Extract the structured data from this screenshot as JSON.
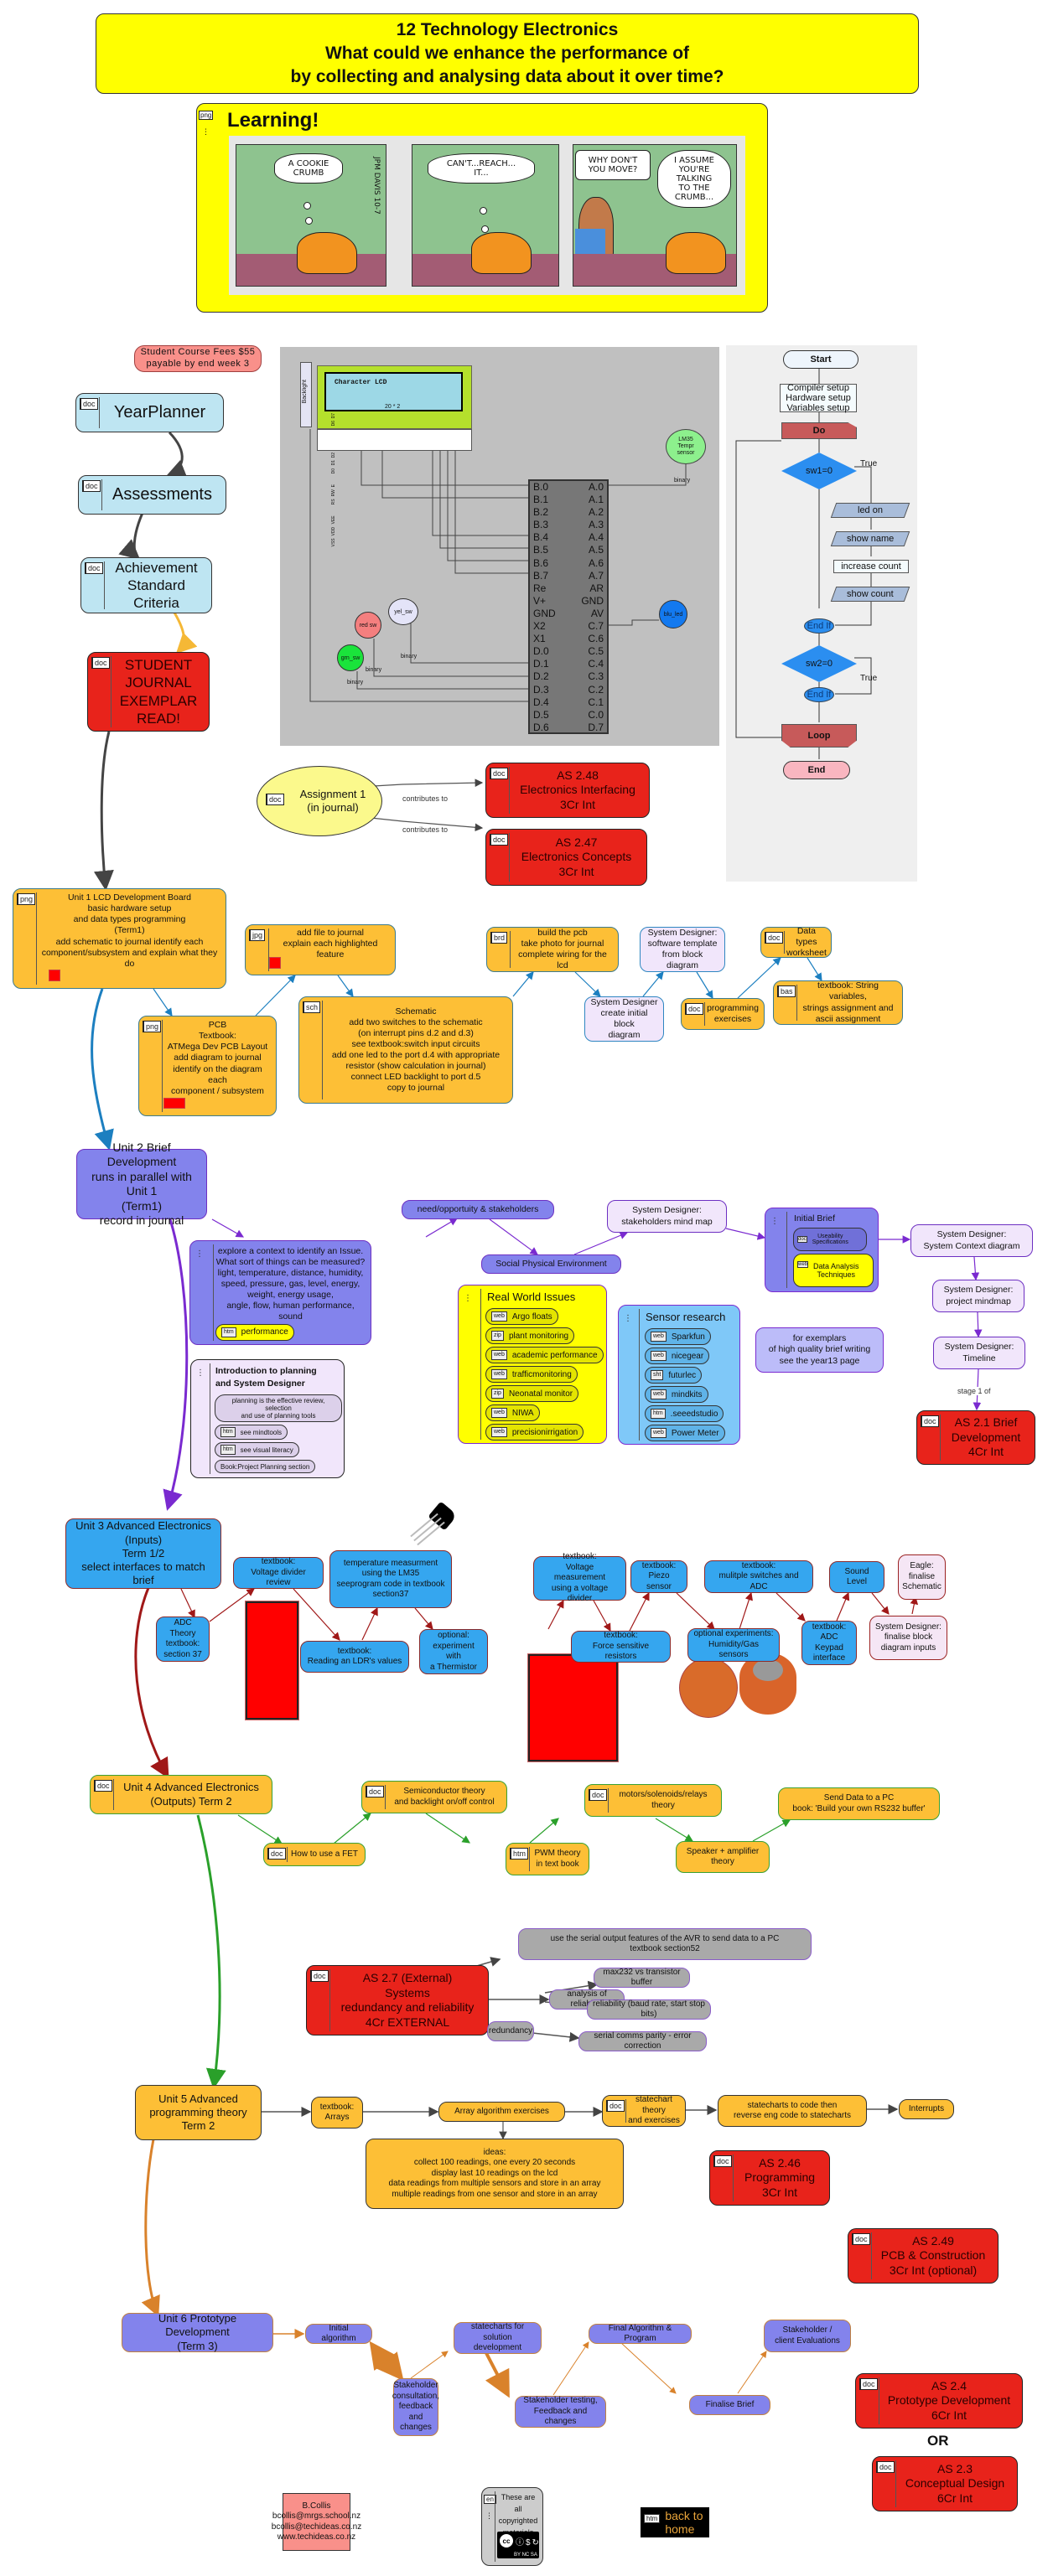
{
  "header": {
    "title_line1": "12 Technology Electronics",
    "title_line2": "What could we enhance the performance of",
    "title_line3": "by collecting and analysing data about it over time?"
  },
  "learning": {
    "tag": "png",
    "title": "Learning!",
    "comic": {
      "panel1_bubble": "A COOKIE\nCRUMB",
      "panel1_signature": "JPM DAVIS 10-7",
      "panel2_bubble": "CAN'T...REACH...\nIT...",
      "panel3_bubble_left": "WHY DON'T\nYOU MOVE?",
      "panel3_bubble_right": "I ASSUME\nYOU'RE\nTALKING\nTO THE\nCRUMB..."
    }
  },
  "fees_note": "Student Course Fees $55\npayable by end week 3",
  "left_column": {
    "year_planner": {
      "tag": "doc",
      "label": "YearPlanner"
    },
    "assessments": {
      "tag": "doc",
      "label": "Assessments"
    },
    "achievement": {
      "tag": "doc",
      "label": "Achievement\nStandard\nCriteria"
    },
    "journal": {
      "tag": "doc",
      "label": "STUDENT\nJOURNAL\nEXEMPLAR\nREAD!"
    }
  },
  "circuit": {
    "backlight": "Backlight",
    "lcd_title": "Character LCD",
    "lcd_size": "20 * 2",
    "lcd_pins": [
      "VSS",
      "VDD",
      "VEE",
      "RS",
      "RW",
      "E",
      "D0",
      "D1",
      "D2",
      "D3",
      "D4",
      "D5",
      "D6",
      "D7"
    ],
    "lcd_pin_numbers": [
      "Gnd 1",
      "V+ 2",
      "6 3",
      "4",
      "G 5",
      "6",
      "11",
      "12",
      "13",
      "14"
    ],
    "micro_left_pins": [
      "B.0",
      "B.1",
      "B.2",
      "B.3",
      "B.4",
      "B.5",
      "B.6",
      "B.7",
      "Re",
      "V+",
      "GND",
      "X2",
      "X1",
      "D.0",
      "D.1",
      "D.2",
      "D.3",
      "D.4",
      "D.5",
      "D.6"
    ],
    "micro_right_pins": [
      "A.0",
      "A.1",
      "A.2",
      "A.3",
      "A.4",
      "A.5",
      "A.6",
      "A.7",
      "AR",
      "GND",
      "AV",
      "C.7",
      "C.6",
      "C.5",
      "C.4",
      "C.3",
      "C.2",
      "C.1",
      "C.0",
      "D.7"
    ],
    "sensor": "LM35\nTempr\nsensor",
    "blue_led": "blu_led",
    "red_switch": "red sw",
    "yellow_switch": "yel_sw",
    "green_switch": "grn_sw",
    "wire_label": "binary"
  },
  "flowchart": {
    "start": "Start",
    "setup": "Compiler setup\nHardware setup\nVariables setup",
    "do": "Do",
    "decision1": "sw1=0",
    "true_label": "True",
    "led_on": "led on",
    "show_name": "show name",
    "increase_count": "increase count",
    "show_count": "show count",
    "end_if": "End If",
    "decision2": "sw2=0",
    "loop": "Loop",
    "end": "End"
  },
  "assignment": {
    "tag": "doc",
    "label": "Assignment 1\n(in journal)",
    "link_label": "contributes to",
    "as248": {
      "tag": "doc",
      "label": "AS 2.48\nElectronics Interfacing\n3Cr Int"
    },
    "as247": {
      "tag": "doc",
      "label": "AS 2.47\nElectronics Concepts\n3Cr Int"
    }
  },
  "unit1": {
    "main": {
      "tag": "png",
      "label": "Unit 1 LCD Development Board\nbasic hardware setup\nand data types programming\n(Term1)\nadd schematic to journal identify each\ncomponent/subsystem and explain what they do"
    },
    "pcb": {
      "tag": "png",
      "label": "PCB\nTextbook:\nATMega Dev PCB Layout\nadd diagram to journal\nidentify on the diagram each\ncomponent / subsystem"
    },
    "add_file": {
      "tag": "jpg",
      "label": "add file  to journal\nexplain each highlighted feature"
    },
    "schematic": {
      "tag": "sch",
      "label": "Schematic\nadd two switches to the schematic\n(on interrupt pins d.2 and d.3)\nsee textbook:switch input circuits\nadd one led to the port d.4 with appropriate\nresistor (show calculation in journal)\nconnect LED backlight to port d.5\ncopy to journal"
    },
    "build_pcb": {
      "tag": "brd",
      "label": "build the pcb\ntake photo for journal\ncomplete wiring for the lcd"
    },
    "sd_block": {
      "label": "System Designer\ncreate initial block\ndiagram"
    },
    "sd_template": {
      "label": "System Designer:\nsoftware template\nfrom block diagram"
    },
    "prog_ex": {
      "tag": "doc",
      "label": "programming\nexercises"
    },
    "data_types": {
      "tag": "doc",
      "label": "Data types\nworksheet"
    },
    "strings": {
      "tag": "bas",
      "label": "textbook: String variables,\nstrings assignment and\nascii assignment"
    }
  },
  "unit2": {
    "main": {
      "label": "Unit 2 Brief Development\nruns in parallel with Unit 1\n(Term1)\nrecord in journal"
    },
    "explore": {
      "label": "explore a context to identify an Issue.\nWhat sort of things can be measured?\nlight, temperature, distance, humidity,\nspeed, pressure, gas, level, energy,\nweight, energy usage,\nangle, flow, human performance, sound",
      "link": {
        "tag": "htm",
        "label": "performance"
      }
    },
    "need": "need/opportuity & stakeholders",
    "social": "Social Physical Environment",
    "sd_stakeholders": "System Designer:\nstakeholders mind map",
    "planning": {
      "title": "Introduction to planning\nand System Designer",
      "items": [
        {
          "tag": "",
          "label": "planning is the effective review, selection\nand use of planning tools"
        },
        {
          "tag": "htm",
          "label": "see mindtools"
        },
        {
          "tag": "htm",
          "label": "see visual literacy"
        },
        {
          "tag": "",
          "label": "Book:Project Planning section"
        }
      ]
    },
    "real_world": {
      "title": "Real World Issues",
      "items": [
        {
          "tag": "web",
          "label": "Argo floats"
        },
        {
          "tag": "zip",
          "label": "plant monitoring"
        },
        {
          "tag": "web",
          "label": "academic performance"
        },
        {
          "tag": "web",
          "label": "trafficmonitoring"
        },
        {
          "tag": "zip",
          "label": "Neonatal monitor"
        },
        {
          "tag": "web",
          "label": "NIWA"
        },
        {
          "tag": "web",
          "label": "precisionirrigation"
        }
      ]
    },
    "sensor_research": {
      "title": "Sensor research",
      "items": [
        {
          "tag": "web",
          "label": "Sparkfun"
        },
        {
          "tag": "web",
          "label": "nicegear"
        },
        {
          "tag": "sht",
          "label": "futurlec"
        },
        {
          "tag": "web",
          "label": "mindkits"
        },
        {
          "tag": "htm",
          "label": ".seeedstudio"
        },
        {
          "tag": "web",
          "label": "Power Meter"
        }
      ]
    },
    "initial_brief": {
      "title": "Initial Brief",
      "usability": {
        "tag": "doc",
        "label": "Useability\nSpecifications"
      },
      "data_analysis": {
        "tag": "web",
        "label": "Data Analysis\nTechniques"
      }
    },
    "exemplars": "for exemplars\nof high quality brief writing\nsee the year13 page",
    "sd_context": "System Designer:\nSystem Context diagram",
    "sd_mindmap": "System Designer:\nproject mindmap",
    "sd_timeline": "System Designer:\nTimeline",
    "stage_label": "stage 1 of",
    "as21": {
      "tag": "doc",
      "label": "AS 2.1 Brief\nDevelopment\n4Cr Int"
    }
  },
  "unit3": {
    "main": "Unit 3 Advanced Electronics\n(Inputs)\nTerm 1/2\nselect interfaces to match brief",
    "adc_theory": "ADC Theory\ntextbook:\nsection 37",
    "voltage_divider": "textbook:\nVoltage divider review",
    "ldr": "textbook:\nReading an LDR's values",
    "lm35": "temperature measurment\nusing the LM35\nseeprogram code in textbook\nsection37",
    "thermistor": "optional:\nexperiment with\na Thermistor",
    "voltage_measure": "textbook:\nVoltage measurement\nusing a voltage divider",
    "fsr": "textbook:\nForce sensitive resistors",
    "piezo": "textbook:\nPiezo sensor",
    "humidity": "optional experiments:\nHumidity/Gas sensors",
    "multi_switch": "textbook:\nmulitple switches and ADC",
    "keypad": "textbook:\nADC Keypad\ninterface",
    "sound": "Sound Level",
    "eagle": "Eagle:\nfinalise\nSchematic",
    "sd_finalise": "System Designer:\nfinalise block\ndiagram inputs"
  },
  "unit4": {
    "main": {
      "tag": "doc",
      "label": "Unit 4 Advanced Electronics\n(Outputs) Term 2"
    },
    "fet": {
      "tag": "doc",
      "label": "How to use a FET"
    },
    "semiconductor": {
      "tag": "doc",
      "label": "Semiconductor theory\nand backlight on/off control"
    },
    "pwm": {
      "tag": "htm",
      "label": "PWM theory\nin text book"
    },
    "motors": {
      "tag": "doc",
      "label": "motors/solenoids/relays\ntheory"
    },
    "speaker": {
      "label": "Speaker + amplifier\ntheory"
    },
    "send_data": {
      "label": "Send Data to a PC\nbook: 'Build your own RS232 buffer'"
    }
  },
  "as27": {
    "main": {
      "tag": "doc",
      "label": "AS 2.7 (External)\nSystems\nredundancy and reliability\n4Cr EXTERNAL"
    },
    "serial": "use the serial output features of the AVR to send data to a PC\ntextbook section52",
    "analysis": "analysis of reliability",
    "max232": "max232 vs transistor buffer",
    "baud": "reliability (baud rate, start stop bits)",
    "redundancy": "redundancy",
    "parity": "serial comms parity - error correction"
  },
  "unit5": {
    "main": "Unit 5 Advanced\nprogramming theory\nTerm 2",
    "arrays": "textbook:\nArrays",
    "array_ex": "Array algorithm exercises",
    "statechart": {
      "tag": "doc",
      "label": "statechart theory\nand exercises"
    },
    "statechart_code": "statecharts to code then\nreverse eng code to statecharts",
    "interrupts": "Interrupts",
    "ideas": "ideas:\ncollect 100 readings, one every 20 seconds\ndisplay last 10 readings on the lcd\ndata readings from multiple sensors and store in an array\nmultiple readings from one sensor and store in an array",
    "as246": {
      "tag": "doc",
      "label": "AS 2.46\nProgramming\n3Cr Int"
    },
    "as249": {
      "tag": "doc",
      "label": "AS 2.49\nPCB & Construction\n3Cr Int (optional)"
    }
  },
  "unit6": {
    "main": "Unit 6 Prototype Development\n(Term 3)",
    "initial_algorithm": "Initial algorithm",
    "consultation": "Stakeholder\nconsultation,\nfeedback\nand changes",
    "statecharts_dev": "statecharts for solution\ndevelopment",
    "testing": "Stakeholder testing,\nFeedback and changes",
    "final_algorithm": "Final Algorithm & Program",
    "finalise_brief": "Finalise Brief",
    "evaluations": "Stakeholder /\nclient Evaluations",
    "as24": {
      "tag": "doc",
      "label": "AS 2.4\nPrototype Development\n6Cr Int"
    },
    "or_label": "OR",
    "as23": {
      "tag": "doc",
      "label": "AS 2.3\nConceptual Design\n6Cr Int"
    }
  },
  "footer": {
    "author": "B.Collis\nbcollis@mrgs.school.nz\nbcollis@techideas.co.nz\nwww.techideas.co.nz",
    "copyright": {
      "tag": "en",
      "label": "These are all\ncopyrighted\nmaterials",
      "badge": "BY  NC  SA"
    },
    "home": {
      "tag": "htm",
      "label": "back to home"
    }
  },
  "colors": {
    "title_yellow": "#ffff00",
    "assessment_red": "#e8231b",
    "unit_orange": "#fdbf36",
    "unit_purple": "#8383ec",
    "unit_blue": "#35a6ef",
    "doc_lightblue": "#bee5f2"
  }
}
